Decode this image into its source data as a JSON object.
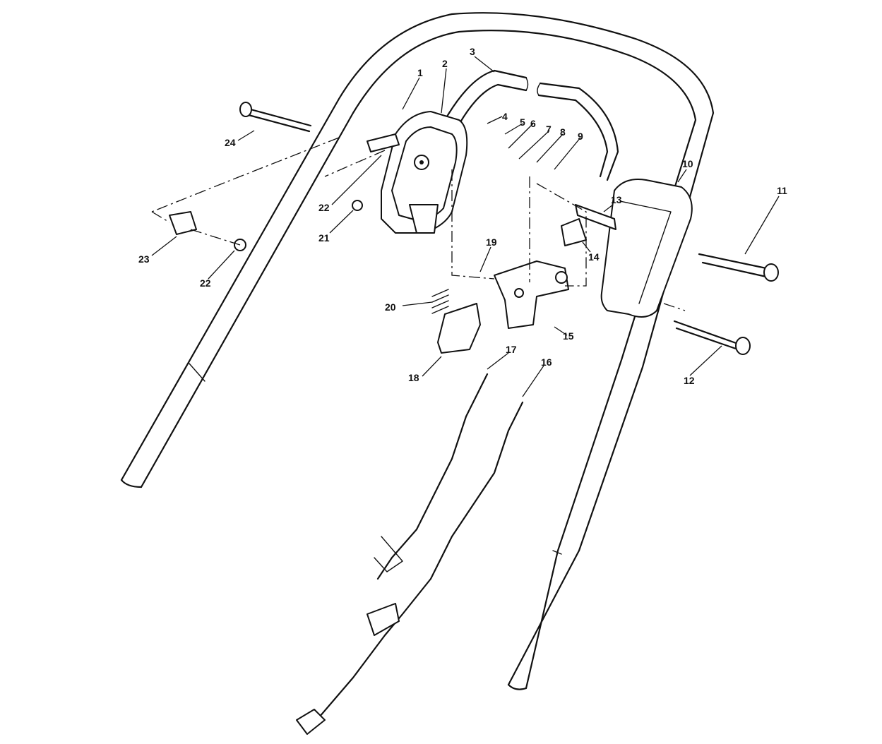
{
  "callouts": [
    {
      "label": "1"
    },
    {
      "label": "2"
    },
    {
      "label": "3"
    },
    {
      "label": "4"
    },
    {
      "label": "5"
    },
    {
      "label": "6"
    },
    {
      "label": "7"
    },
    {
      "label": "8"
    },
    {
      "label": "9"
    },
    {
      "label": "10"
    },
    {
      "label": "11"
    },
    {
      "label": "12"
    },
    {
      "label": "13"
    },
    {
      "label": "14"
    },
    {
      "label": "15"
    },
    {
      "label": "16"
    },
    {
      "label": "17"
    },
    {
      "label": "18"
    },
    {
      "label": "19"
    },
    {
      "label": "20"
    },
    {
      "label": "21"
    },
    {
      "label": "22"
    },
    {
      "label": "22"
    },
    {
      "label": "23"
    },
    {
      "label": "24"
    }
  ]
}
